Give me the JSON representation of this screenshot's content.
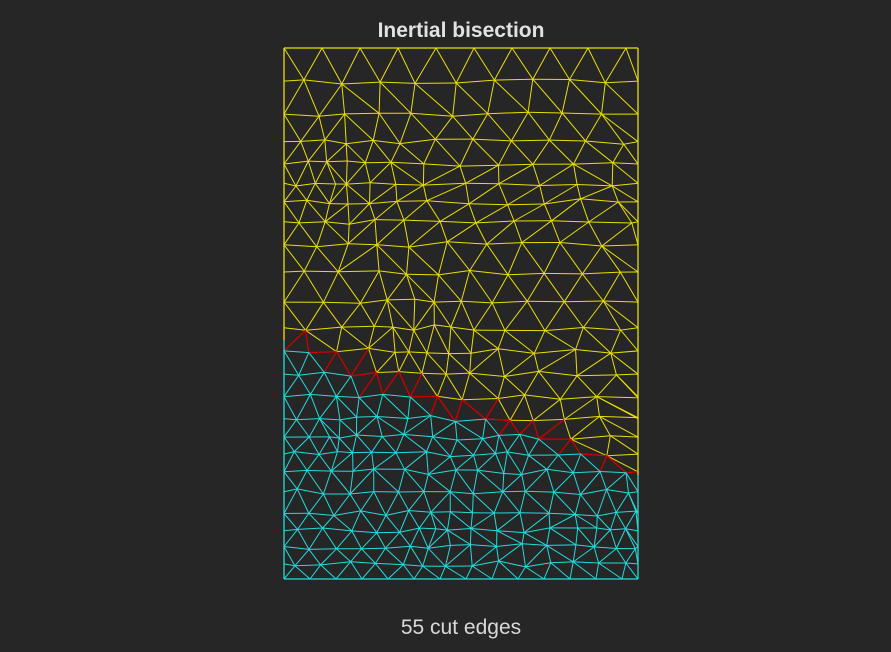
{
  "title": "Inertial bisection",
  "caption": "55 cut edges",
  "colors": {
    "background": "#262626",
    "partition_a": "#e8e000",
    "partition_b": "#22dcdc",
    "cut_edges": "#c80000",
    "text": "#e2e2e2"
  },
  "mesh": {
    "partitions": [
      {
        "name": "top partition",
        "color": "#e8e000"
      },
      {
        "name": "bottom partition",
        "color": "#22dcdc"
      }
    ],
    "cut_edge_count": 55,
    "cut_color": "#c80000"
  }
}
